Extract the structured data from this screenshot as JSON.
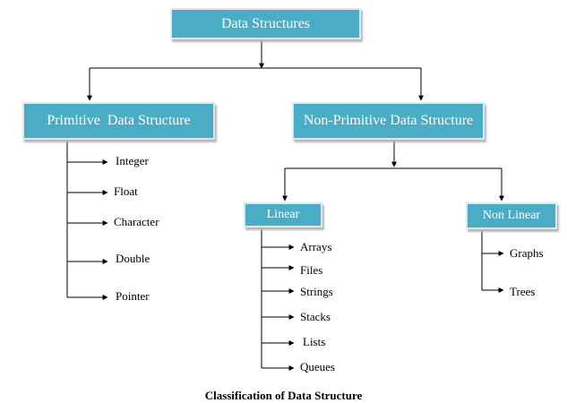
{
  "root": "Data Structures",
  "primitive": {
    "title": "Primitive  Data Structure",
    "items": [
      "Integer",
      "Float",
      "Character",
      "Double",
      "Pointer"
    ]
  },
  "non_primitive": {
    "title": "Non-Primitive Data Structure",
    "linear": {
      "title": "Linear",
      "items": [
        "Arrays",
        "Files",
        "Strings",
        "Stacks",
        "Lists",
        "Queues"
      ]
    },
    "non_linear": {
      "title": "Non Linear",
      "items": [
        "Graphs",
        "Trees"
      ]
    }
  },
  "caption": "Classification of Data Structure",
  "colors": {
    "box_fill": "#4bacc6",
    "box_text": "#ffffff",
    "line": "#000000"
  }
}
